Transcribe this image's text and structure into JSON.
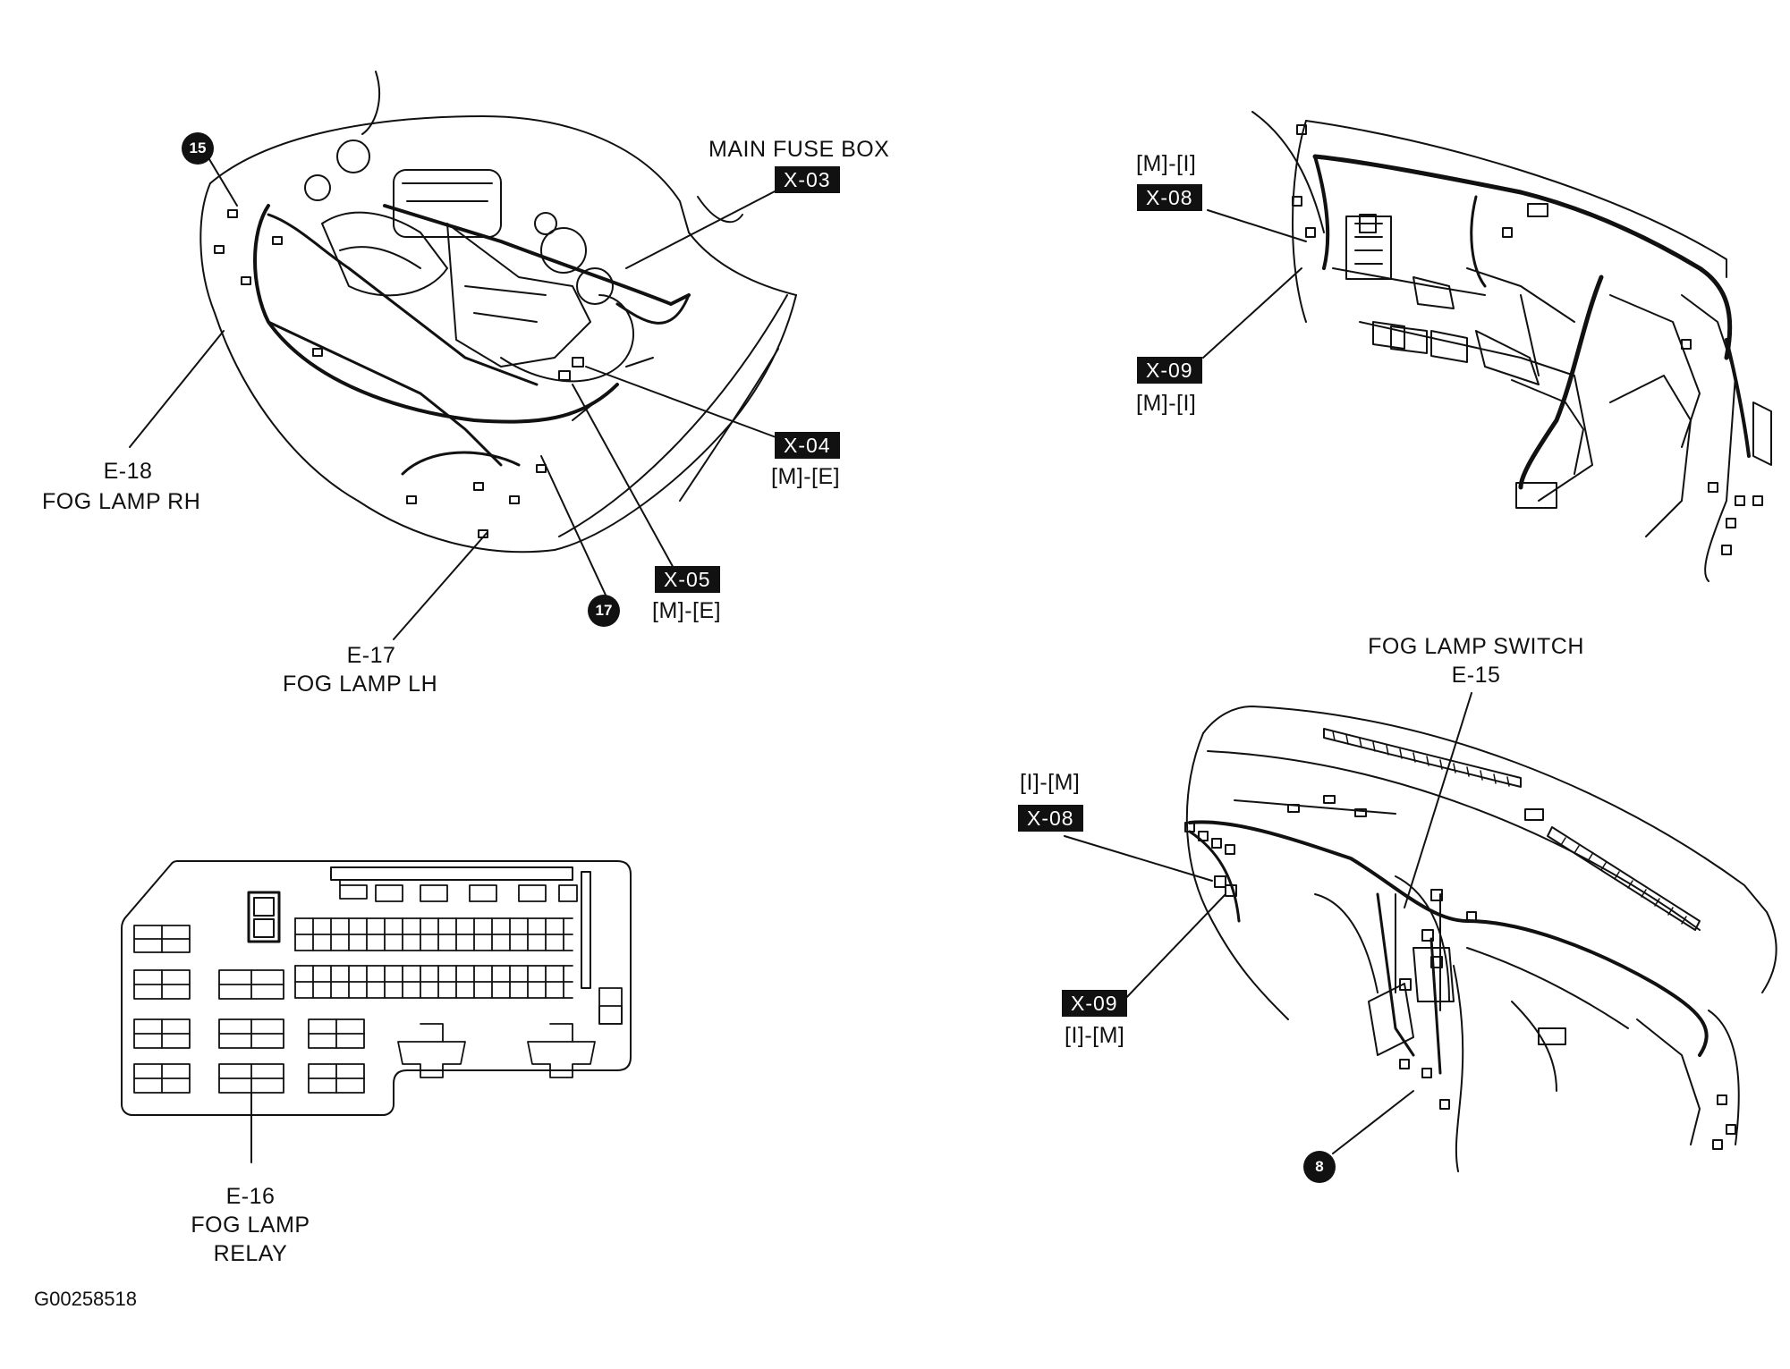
{
  "engine_bay": {
    "main_fuse_box": {
      "title": "MAIN FUSE BOX",
      "code": "X-03"
    },
    "x04": {
      "code": "X-04",
      "note": "[M]-[E]"
    },
    "x05": {
      "code": "X-05",
      "note": "[M]-[E]"
    },
    "fog_rh": {
      "code": "E-18",
      "name": "FOG LAMP RH"
    },
    "fog_lh": {
      "code": "E-17",
      "name": "FOG LAMP LH"
    },
    "ground_15": "15",
    "ground_17": "17"
  },
  "interior_harness": {
    "x08": {
      "note": "[M]-[I]",
      "code": "X-08"
    },
    "x09": {
      "code": "X-09",
      "note": "[M]-[I]"
    }
  },
  "dashboard": {
    "switch": {
      "name": "FOG LAMP SWITCH",
      "code": "E-15"
    },
    "x08": {
      "note": "[I]-[M]",
      "code": "X-08"
    },
    "x09": {
      "code": "X-09",
      "note": "[I]-[M]"
    },
    "ground_8": "8"
  },
  "relay_box": {
    "code": "E-16",
    "name_line1": "FOG LAMP",
    "name_line2": "RELAY"
  },
  "figure_id": "G00258518"
}
